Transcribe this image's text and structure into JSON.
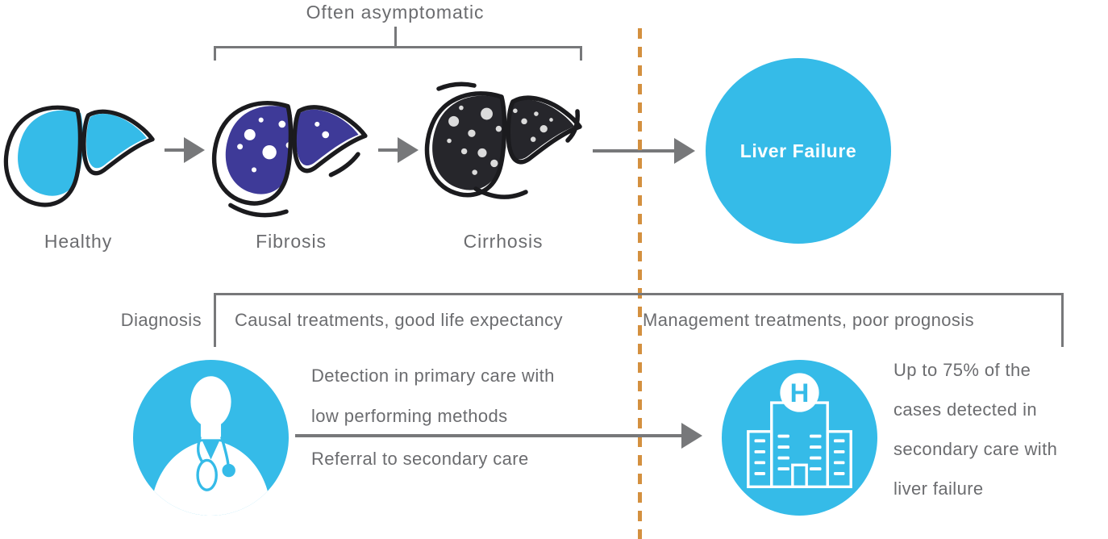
{
  "palette": {
    "cyan": "#35BBE8",
    "purple": "#3E3A98",
    "dark": "#26262B",
    "ink": "#1B1B1E",
    "gray-text": "#6B6C6F",
    "line": "#77787A",
    "orange": "#D4903F"
  },
  "icons": {
    "healthy": "healthy-liver-icon",
    "fibrosis": "fibrosis-liver-icon",
    "cirrhosis": "cirrhosis-liver-icon",
    "doctor": "doctor-avatar-icon",
    "hospital": "hospital-building-icon"
  },
  "top": {
    "bracket_label": "Often asymptomatic",
    "stages": [
      {
        "label": "Healthy"
      },
      {
        "label": "Fibrosis"
      },
      {
        "label": "Cirrhosis"
      }
    ],
    "endpoint": {
      "label": "Liver Failure"
    }
  },
  "bottom": {
    "diagnosis_label": "Diagnosis",
    "left_phase": "Causal treatments, good life expectancy",
    "right_phase": "Management treatments, poor prognosis",
    "primary_care": {
      "lines": [
        "Detection in primary care with",
        "low performing methods",
        "Referral to secondary care"
      ]
    },
    "secondary_care": {
      "lines": [
        "Up to 75% of the",
        "cases detected in",
        "secondary care with",
        "liver failure"
      ]
    },
    "hospital_letter": "H"
  }
}
